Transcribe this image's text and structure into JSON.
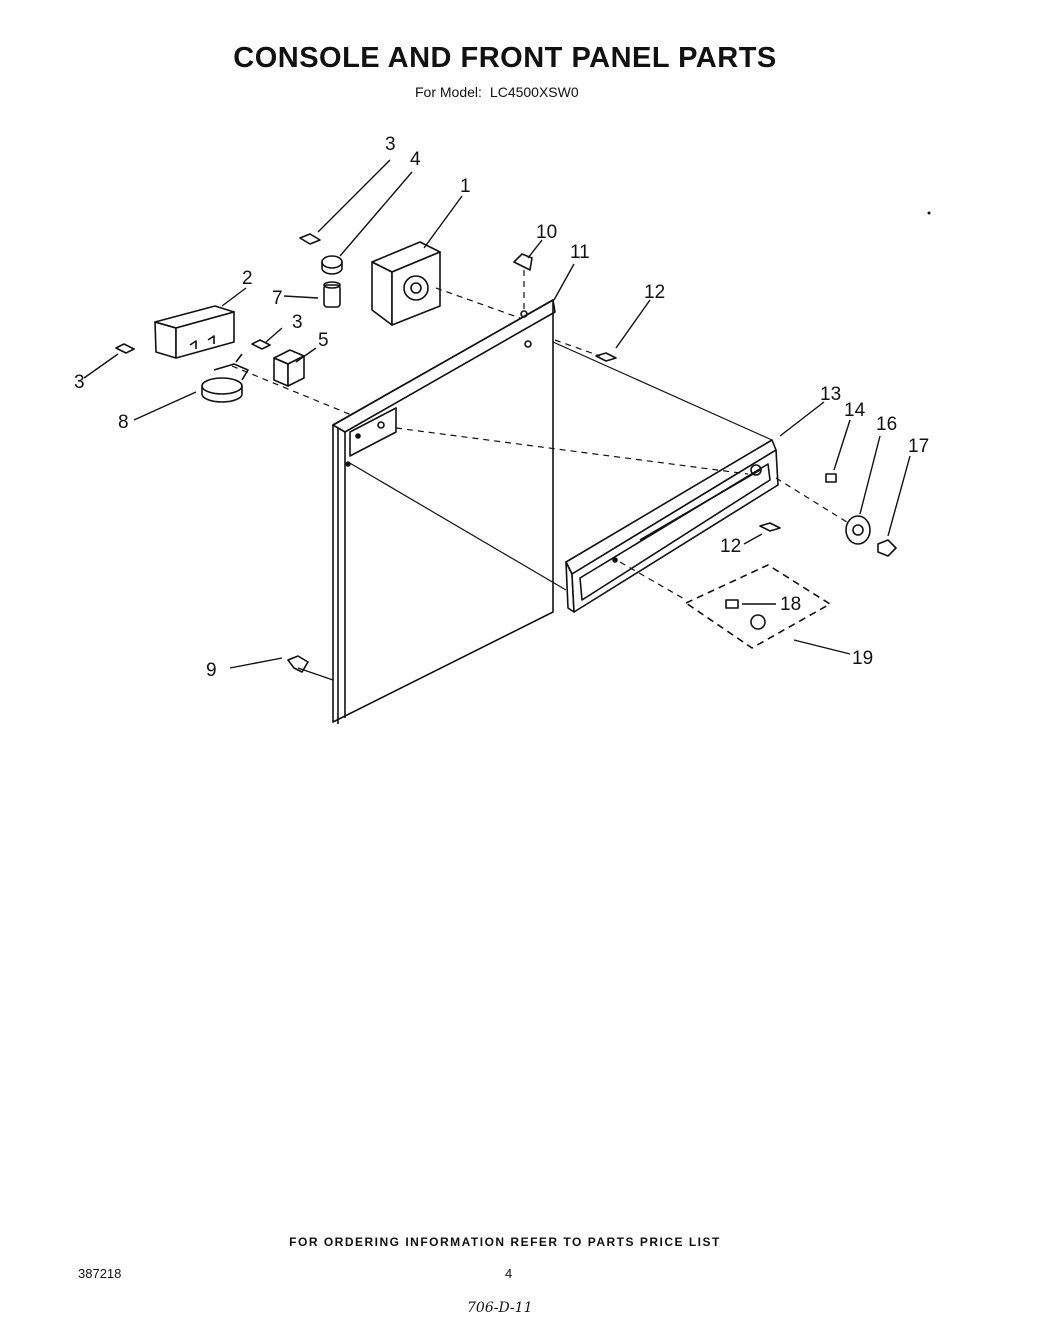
{
  "header": {
    "title": "CONSOLE AND FRONT PANEL PARTS",
    "model_label": "For Model:",
    "model_number": "LC4500XSW0"
  },
  "callouts": [
    "1",
    "2",
    "3",
    "3",
    "3",
    "4",
    "5",
    "7",
    "8",
    "9",
    "10",
    "11",
    "12",
    "12",
    "13",
    "14",
    "16",
    "17",
    "18",
    "19"
  ],
  "footer": {
    "ordering_note": "FOR ORDERING INFORMATION REFER TO PARTS PRICE LIST",
    "document_number": "387218",
    "page_number": "4",
    "handwritten_code": "706-D-11"
  }
}
